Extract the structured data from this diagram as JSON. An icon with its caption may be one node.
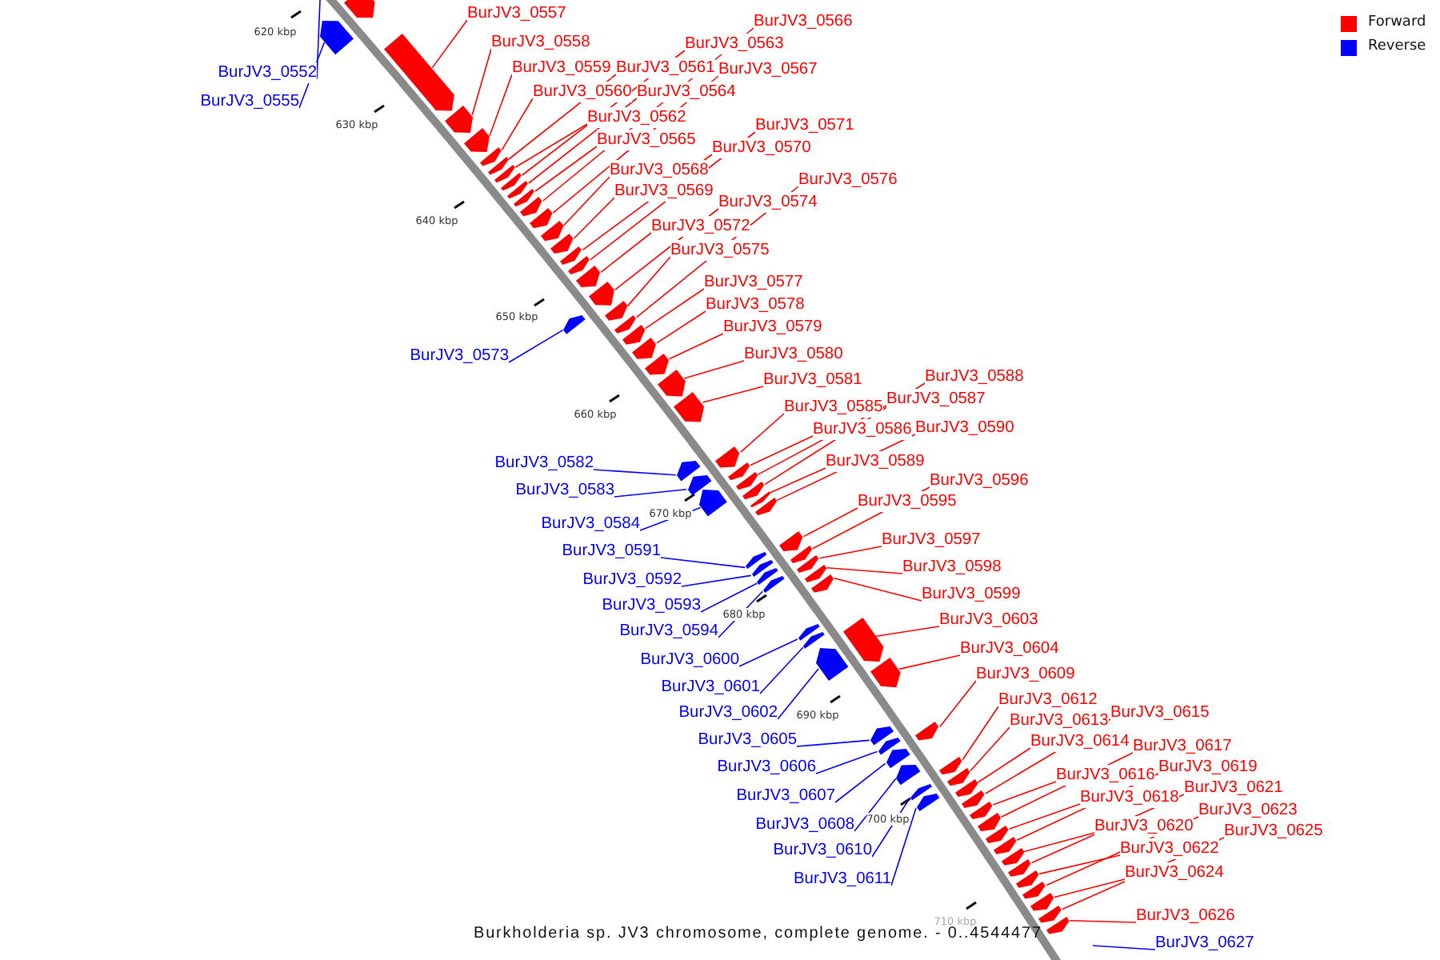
{
  "diagram": {
    "caption": "Burkholderia sp. JV3 chromosome, complete genome. - 0..4544477",
    "nodes": [
      {
        "text": [
          "BurJV3_0557"
        ]
      },
      {
        "text": [
          "BurJV3_0566"
        ]
      },
      {
        "text": [
          "BurJV3_0558"
        ]
      },
      {
        "text": [
          "BurJV3_0563"
        ]
      },
      {
        "text": [
          "BurJV3_0559"
        ]
      },
      {
        "text": [
          "BurJV3_0561"
        ]
      },
      {
        "text": [
          "BurJV3_0567"
        ]
      },
      {
        "text": [
          "BurJV3_0552"
        ]
      },
      {
        "text": [
          "BurJV3_0560"
        ]
      },
      {
        "text": [
          "BurJV3_0564"
        ]
      },
      {
        "text": [
          "BurJV3_0555"
        ]
      },
      {
        "text": [
          "BurJV3_0562"
        ]
      },
      {
        "text": [
          "BurJV3_0571"
        ]
      },
      {
        "text": [
          "BurJV3_0565"
        ]
      },
      {
        "text": [
          "BurJV3_0570"
        ]
      },
      {
        "text": [
          "BurJV3_0568"
        ]
      },
      {
        "text": [
          "BurJV3_0576"
        ]
      },
      {
        "text": [
          "BurJV3_0569"
        ]
      },
      {
        "text": [
          "BurJV3_0574"
        ]
      },
      {
        "text": [
          "BurJV3_0572"
        ]
      },
      {
        "text": [
          "BurJV3_0575"
        ]
      },
      {
        "text": [
          "BurJV3_0577"
        ]
      },
      {
        "text": [
          "BurJV3_0578"
        ]
      },
      {
        "text": [
          "BurJV3_0579"
        ]
      },
      {
        "text": [
          "BurJV3_0580"
        ]
      },
      {
        "text": [
          "BurJV3_0573"
        ]
      },
      {
        "text": [
          "BurJV3_0588"
        ]
      },
      {
        "text": [
          "BurJV3_0581"
        ]
      },
      {
        "text": [
          "BurJV3_0587"
        ]
      },
      {
        "text": [
          "BurJV3_0585"
        ]
      },
      {
        "text": [
          "BurJV3_0586"
        ]
      },
      {
        "text": [
          "BurJV3_0590"
        ]
      },
      {
        "text": [
          "BurJV3_0589"
        ]
      },
      {
        "text": [
          "BurJV3_0582"
        ]
      },
      {
        "text": [
          "BurJV3_0596"
        ]
      },
      {
        "text": [
          "BurJV3_0583"
        ]
      },
      {
        "text": [
          "BurJV3_0595"
        ]
      },
      {
        "text": [
          "BurJV3_0584"
        ]
      },
      {
        "text": [
          "BurJV3_0597"
        ]
      },
      {
        "text": [
          "BurJV3_0591"
        ]
      },
      {
        "text": [
          "BurJV3_0598"
        ]
      },
      {
        "text": [
          "BurJV3_0592"
        ]
      },
      {
        "text": [
          "BurJV3_0599"
        ]
      },
      {
        "text": [
          "BurJV3_0593"
        ]
      },
      {
        "text": [
          "BurJV3_0603"
        ]
      },
      {
        "text": [
          "BurJV3_0594"
        ]
      },
      {
        "text": [
          "BurJV3_0604"
        ]
      },
      {
        "text": [
          "BurJV3_0600"
        ]
      },
      {
        "text": [
          "BurJV3_0609"
        ]
      },
      {
        "text": [
          "BurJV3_0601"
        ]
      },
      {
        "text": [
          "BurJV3_0612"
        ]
      },
      {
        "text": [
          "BurJV3_0615"
        ]
      },
      {
        "text": [
          "BurJV3_0602"
        ]
      },
      {
        "text": [
          "BurJV3_0613"
        ]
      },
      {
        "text": [
          "BurJV3_0605"
        ]
      },
      {
        "text": [
          "BurJV3_0614"
        ]
      },
      {
        "text": [
          "BurJV3_0617"
        ]
      },
      {
        "text": [
          "BurJV3_0619"
        ]
      },
      {
        "text": [
          "BurJV3_0606"
        ]
      },
      {
        "text": [
          "BurJV3_0616"
        ]
      },
      {
        "text": [
          "BurJV3_0621"
        ]
      },
      {
        "text": [
          "BurJV3_0607"
        ]
      },
      {
        "text": [
          "BurJV3_0618"
        ]
      },
      {
        "text": [
          "BurJV3_0623"
        ]
      },
      {
        "text": [
          "BurJV3_0608"
        ]
      },
      {
        "text": [
          "BurJV3_0620"
        ]
      },
      {
        "text": [
          "BurJV3_0625"
        ]
      },
      {
        "text": [
          "BurJV3_0622"
        ]
      },
      {
        "text": [
          "BurJV3_0610"
        ]
      },
      {
        "text": [
          "BurJV3_0624"
        ]
      },
      {
        "text": [
          "BurJV3_0611"
        ]
      },
      {
        "text": [
          "BurJV3_0626"
        ]
      },
      {
        "text": [
          "BurJV3_0627"
        ]
      },
      {
        "text": [],
        "shape": "arrow"
      },
      {
        "text": [],
        "shape": "arrow"
      },
      {
        "text": [],
        "shape": "arrow"
      },
      {
        "text": [],
        "shape": "arrow"
      },
      {
        "text": [],
        "shape": "arrow"
      },
      {
        "text": [],
        "shape": "arrow"
      },
      {
        "text": [],
        "shape": "arrow"
      },
      {
        "text": [],
        "shape": "arrow"
      },
      {
        "text": [],
        "shape": "arrow"
      },
      {
        "text": [],
        "shape": "arrow"
      },
      {
        "text": [],
        "shape": "arrow"
      },
      {
        "text": [],
        "shape": "arrow"
      },
      {
        "text": [],
        "shape": "arrow"
      },
      {
        "text": [],
        "shape": "arrow"
      },
      {
        "text": [],
        "shape": "arrow"
      },
      {
        "text": [],
        "shape": "arrow"
      },
      {
        "text": [],
        "shape": "arrow"
      },
      {
        "text": [],
        "shape": "arrow"
      },
      {
        "text": [],
        "shape": "arrow"
      },
      {
        "text": [],
        "shape": "arrow"
      },
      {
        "text": [],
        "shape": "arrow"
      },
      {
        "text": [],
        "shape": "arrow"
      },
      {
        "text": [],
        "shape": "arrow"
      },
      {
        "text": [],
        "shape": "arrow"
      },
      {
        "text": [],
        "shape": "arrow"
      },
      {
        "text": [],
        "shape": "arrow"
      },
      {
        "text": [],
        "shape": "arrow"
      },
      {
        "text": [],
        "shape": "arrow"
      },
      {
        "text": [],
        "shape": "arrow"
      },
      {
        "text": [],
        "shape": "arrow"
      },
      {
        "text": [],
        "shape": "arrow"
      },
      {
        "text": [],
        "shape": "arrow"
      },
      {
        "text": [],
        "shape": "arrow"
      },
      {
        "text": [],
        "shape": "arrow"
      },
      {
        "text": [],
        "shape": "arrow"
      },
      {
        "text": [],
        "shape": "arrow"
      },
      {
        "text": [],
        "shape": "arrow"
      },
      {
        "text": [],
        "shape": "arrow"
      },
      {
        "text": [],
        "shape": "arrow"
      },
      {
        "text": [],
        "shape": "arrow"
      },
      {
        "text": [],
        "shape": "arrow"
      },
      {
        "text": [],
        "shape": "arrow"
      },
      {
        "text": [],
        "shape": "arrow"
      },
      {
        "text": [],
        "shape": "arrow"
      },
      {
        "text": [],
        "shape": "arrow"
      },
      {
        "text": [],
        "shape": "arrow"
      },
      {
        "text": [],
        "shape": "arrow"
      },
      {
        "text": [],
        "shape": "arrow"
      },
      {
        "text": [],
        "shape": "arrow"
      },
      {
        "text": [],
        "shape": "arrow"
      },
      {
        "text": [],
        "shape": "arrow"
      },
      {
        "text": [],
        "shape": "arrow"
      },
      {
        "text": [],
        "shape": "arrow"
      },
      {
        "text": [],
        "shape": "arrow"
      },
      {
        "text": [],
        "shape": "arrow"
      },
      {
        "text": [],
        "shape": "arrow"
      },
      {
        "text": [],
        "shape": "arrow"
      },
      {
        "text": [],
        "shape": "arrow"
      },
      {
        "text": [],
        "shape": "arrow"
      },
      {
        "text": [],
        "shape": "arrow"
      },
      {
        "text": [],
        "shape": "arrow"
      },
      {
        "text": [],
        "shape": "arrow"
      },
      {
        "text": [],
        "shape": "arrow"
      },
      {
        "text": [],
        "shape": "arrow"
      },
      {
        "text": [],
        "shape": "arrow"
      },
      {
        "text": [],
        "shape": "arrow"
      },
      {
        "text": [],
        "shape": "arrow"
      },
      {
        "text": [],
        "shape": "arrow"
      },
      {
        "text": [],
        "shape": "arrow"
      },
      {
        "text": [],
        "shape": "arrow"
      },
      {
        "text": [],
        "shape": "arrow"
      },
      {
        "text": [],
        "shape": "arrow"
      }
    ],
    "edges": [
      {
        "from": 0,
        "to": 75,
        "arrow": "none"
      },
      {
        "from": 1,
        "to": 84,
        "arrow": "none"
      },
      {
        "from": 2,
        "to": 76,
        "arrow": "none"
      },
      {
        "from": 3,
        "to": 81,
        "arrow": "none"
      },
      {
        "from": 4,
        "to": 77,
        "arrow": "none"
      },
      {
        "from": 5,
        "to": 79,
        "arrow": "none"
      },
      {
        "from": 6,
        "to": 85,
        "arrow": "none"
      },
      {
        "from": 7,
        "to": null,
        "arrow": "none",
        "color": "#0000ff"
      },
      {
        "from": 8,
        "to": 78,
        "arrow": "none"
      },
      {
        "from": 9,
        "to": 82,
        "arrow": "none"
      },
      {
        "from": 10,
        "to": 73,
        "arrow": "none",
        "color": "#0000ff"
      },
      {
        "from": 11,
        "to": 80,
        "arrow": "none"
      },
      {
        "from": 12,
        "to": 89,
        "arrow": "none"
      },
      {
        "from": 13,
        "to": 83,
        "arrow": "none"
      },
      {
        "from": 14,
        "to": 88,
        "arrow": "none"
      },
      {
        "from": 15,
        "to": 86,
        "arrow": "none"
      },
      {
        "from": 16,
        "to": 94,
        "arrow": "none"
      },
      {
        "from": 17,
        "to": 87,
        "arrow": "none"
      },
      {
        "from": 18,
        "to": 91,
        "arrow": "none"
      },
      {
        "from": 19,
        "to": 90,
        "arrow": "none"
      },
      {
        "from": 20,
        "to": 93,
        "arrow": "none"
      },
      {
        "from": 21,
        "to": 95,
        "arrow": "none"
      },
      {
        "from": 22,
        "to": 96,
        "arrow": "none"
      },
      {
        "from": 23,
        "to": 97,
        "arrow": "none"
      },
      {
        "from": 24,
        "to": 98,
        "arrow": "none"
      },
      {
        "from": 25,
        "to": 92,
        "arrow": "none",
        "color": "#0000ff"
      },
      {
        "from": 26,
        "to": 106,
        "arrow": "none"
      },
      {
        "from": 27,
        "to": 99,
        "arrow": "none"
      },
      {
        "from": 28,
        "to": 105,
        "arrow": "none"
      },
      {
        "from": 29,
        "to": 102,
        "arrow": "none"
      },
      {
        "from": 30,
        "to": 104,
        "arrow": "none"
      },
      {
        "from": 31,
        "to": 108,
        "arrow": "none"
      },
      {
        "from": 32,
        "to": 107,
        "arrow": "none"
      },
      {
        "from": 33,
        "to": 100,
        "arrow": "none",
        "color": "#0000ff"
      },
      {
        "from": 34,
        "to": 113,
        "arrow": "none"
      },
      {
        "from": 35,
        "to": 101,
        "arrow": "none",
        "color": "#0000ff"
      },
      {
        "from": 36,
        "to": 110,
        "arrow": "none"
      },
      {
        "from": 37,
        "to": 103,
        "arrow": "none",
        "color": "#0000ff"
      },
      {
        "from": 38,
        "to": 115,
        "arrow": "none"
      },
      {
        "from": 39,
        "to": 109,
        "arrow": "none",
        "color": "#0000ff"
      },
      {
        "from": 40,
        "to": 116,
        "arrow": "none"
      },
      {
        "from": 41,
        "to": 111,
        "arrow": "none",
        "color": "#0000ff"
      },
      {
        "from": 42,
        "to": 117,
        "arrow": "none"
      },
      {
        "from": 43,
        "to": 112,
        "arrow": "none",
        "color": "#0000ff"
      },
      {
        "from": 44,
        "to": 120,
        "arrow": "none"
      },
      {
        "from": 45,
        "to": 114,
        "arrow": "none",
        "color": "#0000ff"
      },
      {
        "from": 46,
        "to": 122,
        "arrow": "none"
      },
      {
        "from": 47,
        "to": 118,
        "arrow": "none",
        "color": "#0000ff"
      },
      {
        "from": 48,
        "to": 126,
        "arrow": "none"
      },
      {
        "from": 49,
        "to": 119,
        "arrow": "none",
        "color": "#0000ff"
      },
      {
        "from": 50,
        "to": 128,
        "arrow": "none"
      },
      {
        "from": 51,
        "to": 133,
        "arrow": "none"
      },
      {
        "from": 52,
        "to": 121,
        "arrow": "none",
        "color": "#0000ff"
      },
      {
        "from": 53,
        "to": 131,
        "arrow": "none"
      },
      {
        "from": 54,
        "to": 123,
        "arrow": "none",
        "color": "#0000ff"
      },
      {
        "from": 55,
        "to": 132,
        "arrow": "none"
      },
      {
        "from": 56,
        "to": 135,
        "arrow": "none"
      },
      {
        "from": 57,
        "to": 137,
        "arrow": "none"
      },
      {
        "from": 58,
        "to": 124,
        "arrow": "none",
        "color": "#0000ff"
      },
      {
        "from": 59,
        "to": 134,
        "arrow": "none"
      },
      {
        "from": 60,
        "to": 139,
        "arrow": "none"
      },
      {
        "from": 61,
        "to": 125,
        "arrow": "none",
        "color": "#0000ff"
      },
      {
        "from": 62,
        "to": 136,
        "arrow": "none"
      },
      {
        "from": 63,
        "to": 141,
        "arrow": "none"
      },
      {
        "from": 64,
        "to": 127,
        "arrow": "none",
        "color": "#0000ff"
      },
      {
        "from": 65,
        "to": 138,
        "arrow": "none"
      },
      {
        "from": 66,
        "to": 143,
        "arrow": "none"
      },
      {
        "from": 67,
        "to": 140,
        "arrow": "none"
      },
      {
        "from": 68,
        "to": 129,
        "arrow": "none",
        "color": "#0000ff"
      },
      {
        "from": 69,
        "to": 142,
        "arrow": "none"
      },
      {
        "from": 70,
        "to": 130,
        "arrow": "none",
        "color": "#0000ff"
      },
      {
        "from": 71,
        "to": 144,
        "arrow": "none"
      },
      {
        "from": 72,
        "to": null,
        "arrow": "none",
        "color": "#0000ff"
      }
    ],
    "labels": [
      "620 kbp",
      "630 kbp",
      "640 kbp",
      "650 kbp",
      "660 kbp",
      "670 kbp",
      "680 kbp",
      "690 kbp",
      "700 kbp",
      "710 kbp"
    ],
    "legend": [
      {
        "text": "Forward",
        "color": "#ff0000"
      },
      {
        "text": "Reverse",
        "color": "#0000ff"
      }
    ]
  }
}
